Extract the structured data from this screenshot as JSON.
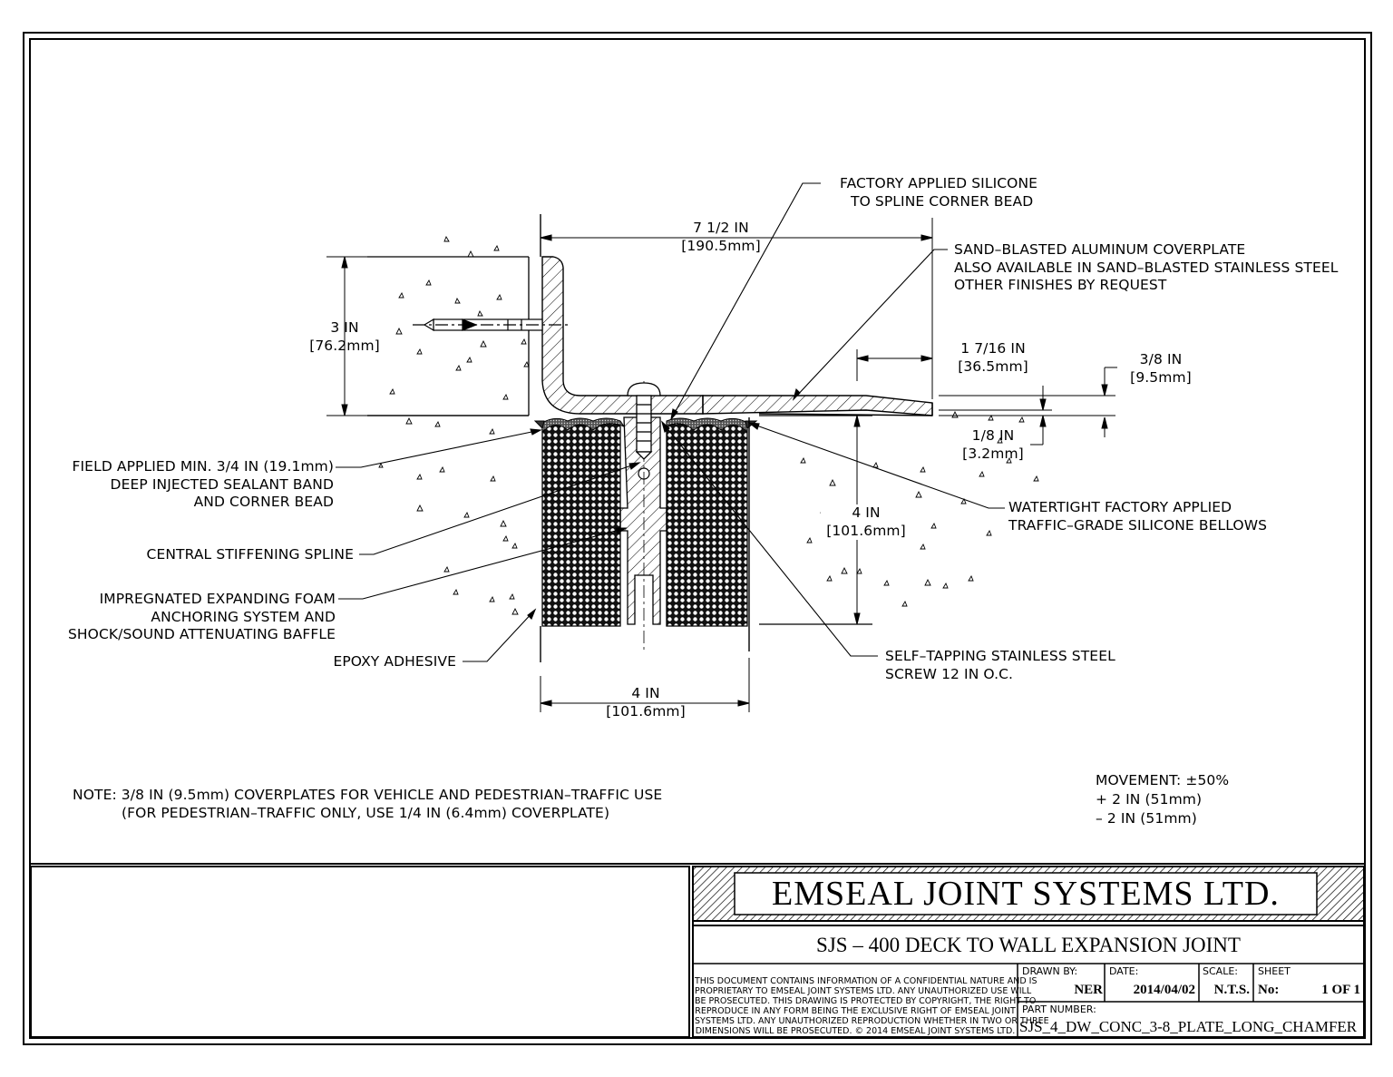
{
  "callouts": {
    "factory_silicone": [
      "FACTORY APPLIED SILICONE",
      "TO SPLINE CORNER BEAD"
    ],
    "coverplate": [
      "SAND–BLASTED ALUMINUM COVERPLATE",
      "ALSO AVAILABLE IN SAND–BLASTED STAINLESS STEEL",
      "OTHER FINISHES BY REQUEST"
    ],
    "sealant_band": [
      "FIELD APPLIED MIN. 3/4 IN (19.1mm)",
      "DEEP INJECTED SEALANT BAND",
      "AND CORNER BEAD"
    ],
    "spline": [
      "CENTRAL STIFFENING SPLINE"
    ],
    "foam": [
      "IMPREGNATED EXPANDING FOAM",
      "ANCHORING SYSTEM AND",
      "SHOCK/SOUND ATTENUATING BAFFLE"
    ],
    "epoxy": [
      "EPOXY ADHESIVE"
    ],
    "bellows": [
      "WATERTIGHT FACTORY APPLIED",
      "TRAFFIC–GRADE SILICONE BELLOWS"
    ],
    "screw": [
      "SELF–TAPPING STAINLESS STEEL",
      "SCREW 12 IN O.C."
    ]
  },
  "dimensions": {
    "width_top": [
      "7 1/2 IN",
      "[190.5mm]"
    ],
    "height_wall": [
      "3 IN",
      "[76.2mm]"
    ],
    "chamfer": [
      "1 7/16 IN",
      "[36.5mm]"
    ],
    "plate_thick": [
      "3/8 IN",
      "[9.5mm]"
    ],
    "plate_lip": [
      "1/8 IN",
      "[3.2mm]"
    ],
    "depth_deck": [
      "4 IN",
      "[101.6mm]"
    ],
    "width_joint": [
      "4 IN",
      "[101.6mm]"
    ]
  },
  "note": [
    "NOTE: 3/8 IN (9.5mm) COVERPLATES FOR VEHICLE AND PEDESTRIAN–TRAFFIC USE",
    "(FOR PEDESTRIAN–TRAFFIC ONLY, USE 1/4 IN (6.4mm) COVERPLATE)"
  ],
  "movement": [
    "MOVEMENT: ±50%",
    "+ 2 IN (51mm)",
    "– 2 IN (51mm)"
  ],
  "title_block": {
    "company": "EMSEAL JOINT SYSTEMS LTD.",
    "drawing_title": "SJS – 400 DECK TO WALL EXPANSION JOINT",
    "disclaimer": [
      "THIS DOCUMENT CONTAINS INFORMATION OF A CONFIDENTIAL NATURE AND IS",
      "PROPRIETARY TO EMSEAL JOINT SYSTEMS LTD. ANY UNAUTHORIZED USE WILL",
      "BE PROSECUTED. THIS DRAWING IS PROTECTED BY COPYRIGHT, THE RIGHT TO",
      "REPRODUCE IN ANY FORM BEING THE EXCLUSIVE RIGHT OF EMSEAL JOINT",
      "SYSTEMS LTD. ANY UNAUTHORIZED REPRODUCTION WHETHER IN TWO OR THREE",
      "DIMENSIONS WILL BE PROSECUTED. © 2014 EMSEAL JOINT SYSTEMS LTD."
    ],
    "drawn_by_label": "DRAWN BY:",
    "drawn_by": "NER",
    "date_label": "DATE:",
    "date": "2014/04/02",
    "scale_label": "SCALE:",
    "scale": "N.T.S.",
    "sheet_label": "SHEET",
    "sheet_no_label": "No:",
    "sheet": "1 OF 1",
    "part_label": "PART NUMBER:",
    "part_number": "SJS_4_DW_CONC_3-8_PLATE_LONG_CHAMFER"
  }
}
